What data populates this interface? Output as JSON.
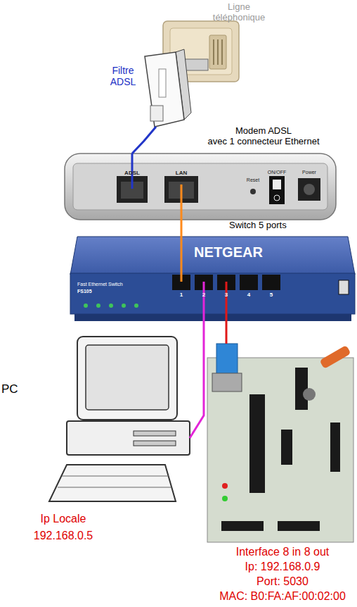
{
  "diagram": {
    "nodes": [
      {
        "text": [
          "Ligne téléphonique"
        ]
      },
      {
        "text": [
          "Filtre ADSL"
        ]
      },
      {
        "text": [
          "Modem ADSL",
          "avec 1 connecteur Ethernet",
          "ADSL",
          "LAN",
          "Reset",
          "ON/OFF",
          "Power"
        ]
      },
      {
        "text": [
          "Switch 5 ports",
          "NETGEAR",
          "Fast Ethernet Switch",
          "FS105",
          "1",
          "2",
          "3",
          "4",
          "5"
        ]
      },
      {
        "text": [
          "PC",
          "Ip Locale",
          "192.168.0.5"
        ]
      },
      {
        "text": [
          "Interface 8 in 8 out",
          "Ip: 192.168.0.9",
          "Port: 5030",
          "MAC: B0:FA:AF:00:02:00"
        ]
      }
    ],
    "edges": [
      {
        "from": 1,
        "to": 2,
        "arrow": "none"
      },
      {
        "from": 2,
        "to": 3,
        "arrow": "none"
      },
      {
        "from": 3,
        "to": 4,
        "arrow": "none"
      },
      {
        "from": 3,
        "to": 5,
        "arrow": "none"
      }
    ]
  }
}
